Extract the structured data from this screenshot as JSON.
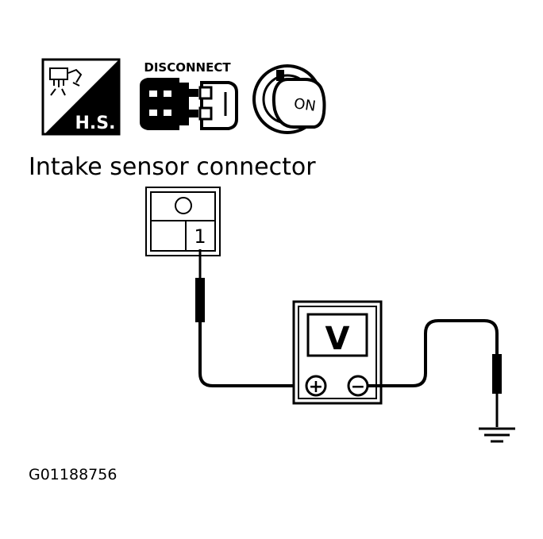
{
  "icons": {
    "hs_label": "H.S.",
    "disconnect_label": "DISCONNECT",
    "ignition_label": "ON"
  },
  "connector": {
    "title": "Intake sensor connector",
    "terminal": "1"
  },
  "meter": {
    "label": "V",
    "positive": "+",
    "negative": "−"
  },
  "figure_id": "G01188756"
}
